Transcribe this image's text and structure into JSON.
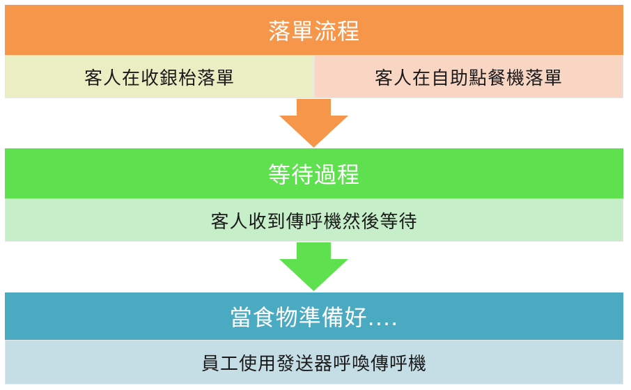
{
  "colors": {
    "step1": "#f6964b",
    "step1_left": "#ebedc3",
    "step1_right": "#f9d6c4",
    "step2": "#5fe04f",
    "step2_sub": "#c6eec8",
    "step3": "#4aaac1",
    "step3_sub": "#c5dde5"
  },
  "step1": {
    "title": "落單流程",
    "left": "客人在收銀枱落單",
    "right": "客人在自助點餐機落單"
  },
  "step2": {
    "title": "等待過程",
    "detail": "客人收到傳呼機然後等待"
  },
  "step3": {
    "title": "當食物準備好....",
    "detail": "員工使用發送器呼喚傳呼機"
  }
}
